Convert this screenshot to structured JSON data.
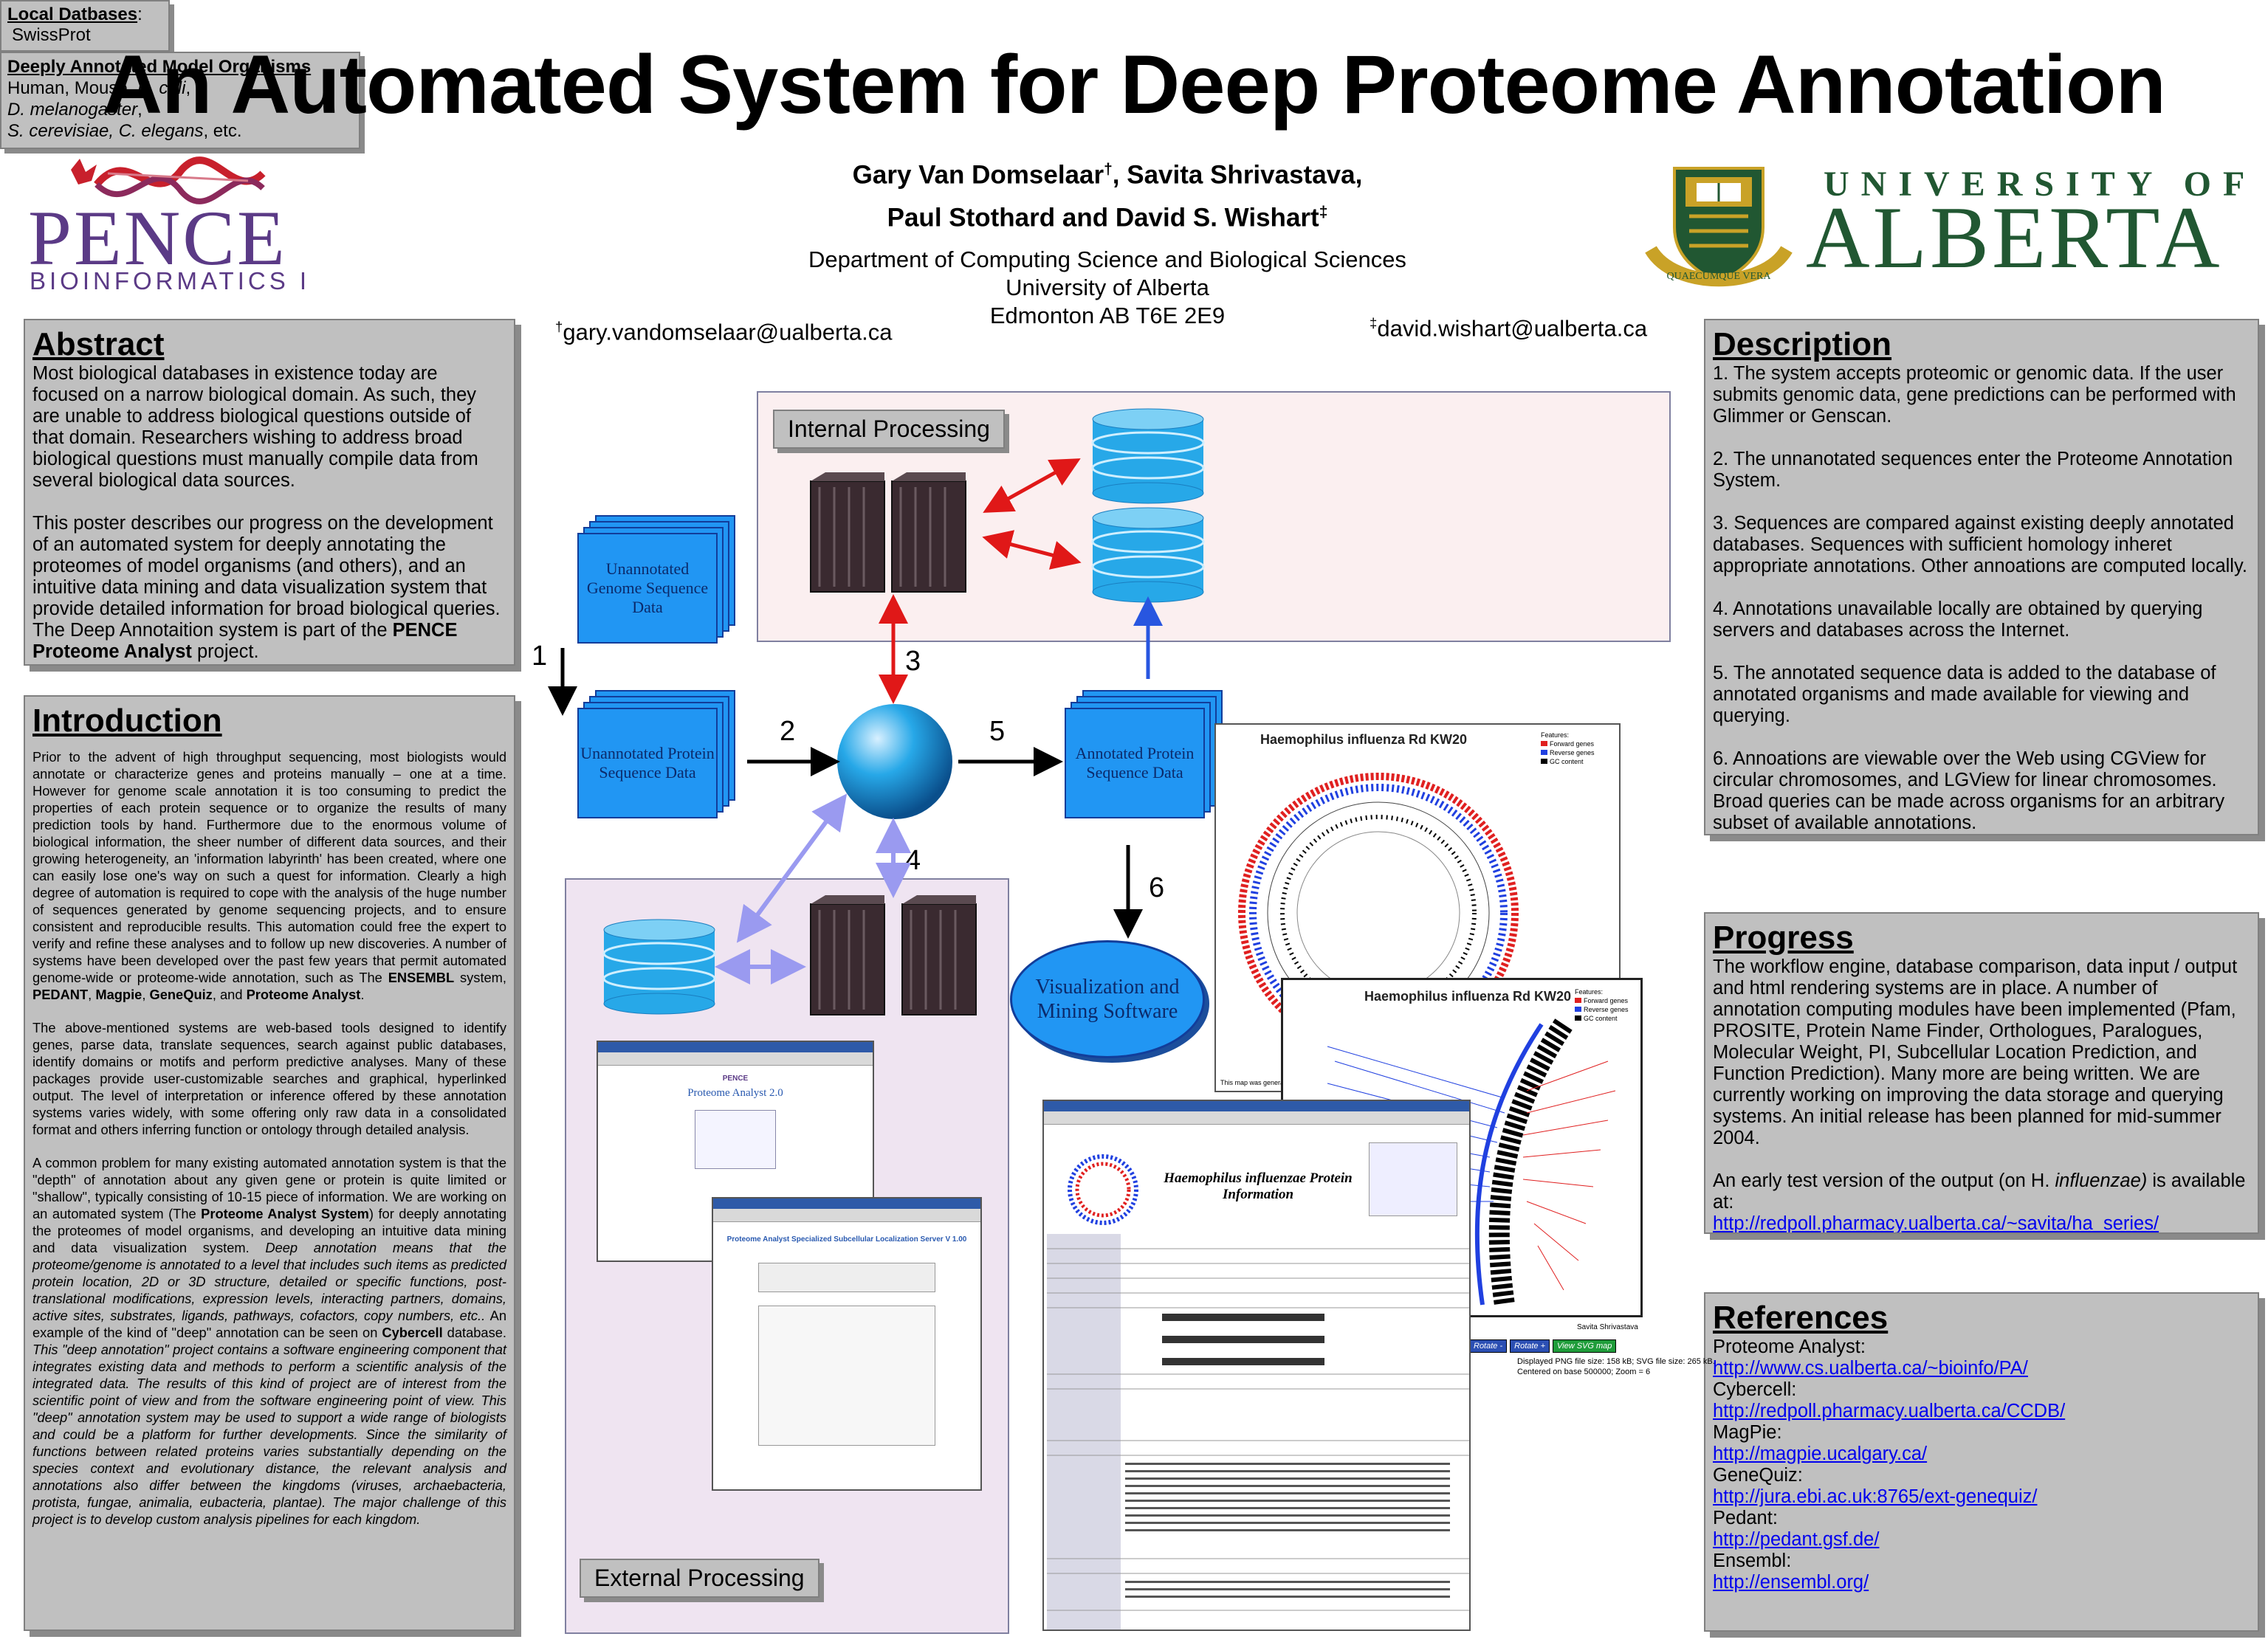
{
  "title": "An Automated System for Deep Proteome Annotation",
  "logos": {
    "pence_word": "PENCE",
    "pence_sub": "BIOINFORMATICS I",
    "ua_university": "UNIVERSITY OF",
    "ua_alberta": "ALBERTA",
    "ua_motto": "QUAECUMQUE VERA"
  },
  "authors": {
    "line1_a": "Gary Van Domselaar",
    "line1_b": ", Savita Shrivastava,",
    "line2": "Paul Stothard and David S. Wishart",
    "dagger": "†",
    "ddagger": "‡"
  },
  "affiliation": {
    "line1": "Department of Computing Science and Biological Sciences",
    "line2": "University of Alberta",
    "line3": "Edmonton AB T6E 2E9"
  },
  "emails": {
    "email1": "gary.vandomselaar@ualberta.ca",
    "email2": "david.wishart@ualberta.ca"
  },
  "abstract": {
    "heading": "Abstract",
    "p1": "Most biological databases in existence today are focused on a narrow biological domain. As such, they are unable to address biological questions outside of that domain. Researchers wishing to address broad biological questions must manually compile data from several biological data sources.",
    "p2_start": "This poster describes our progress on the development of an automated system for deeply annotating the proteomes of model organisms (and others), and an intuitive data mining and data visualization system that provide detailed information for broad biological queries. The Deep Annotaition system is part of the ",
    "p2_bold": "PENCE Proteome Analyst",
    "p2_end": " project."
  },
  "introduction": {
    "heading": "Introduction",
    "p1_start": "Prior to the advent of high throughput sequencing, most biologists would annotate or characterize genes and proteins manually – one at a time. However for genome scale annotation it is too consuming to predict the properties of each protein sequence or to organize the results of many prediction tools by hand.  Furthermore due to the enormous volume of biological information, the sheer number of different data sources, and their growing heterogeneity, an 'information labyrinth' has been created, where one can easily lose one's way on such a quest for information.  Clearly a high degree of automation is required to cope with the analysis of the huge number of sequences generated by genome sequencing projects, and to ensure consistent and reproducible results.  This automation could free the expert to verify and refine these analyses and to follow up new discoveries. A number of systems have been developed over the past few years that permit automated genome-wide or proteome-wide annotation, such as The ",
    "p1_b1": "ENSEMBL",
    "p1_s1": " system, ",
    "p1_b2": "PEDANT",
    "p1_s2": ", ",
    "p1_b3": "Magpie",
    "p1_s3": ", ",
    "p1_b4": "GeneQuiz",
    "p1_s4": ", and ",
    "p1_b5": "Proteome Analyst",
    "p1_end": ".",
    "p2": "The above-mentioned systems are web-based tools designed to identify genes, parse data, translate sequences, search against public databases, identify domains or motifs and perform predictive analyses.  Many of these packages provide user-customizable searches and graphical, hyperlinked output.  The level of interpretation or inference offered by these annotation systems varies widely, with some offering only raw data in a consolidated format and others inferring function or ontology through detailed analysis.",
    "p3_start": "A common problem for many existing automated annotation system is that the \"depth\" of annotation about any given gene or protein is quite limited or \"shallow\", typically consisting of 10-15 piece of information.  We are working on an automated system (The ",
    "p3_b1": "Proteome Analyst System",
    "p3_mid": ") for deeply annotating the proteomes of model organisms, and developing an intuitive data mining and data visualization system.  ",
    "p3_i1": "Deep annotation means that the proteome/genome is annotated to a level that includes such items as predicted protein location, 2D or 3D structure, detailed or specific functions, post-translational modifications, expression levels, interacting partners, domains, active sites, substrates, ligands, pathways, cofactors, copy numbers, etc..",
    "p3_s2": "  An example of the kind of \"deep\" annotation can be seen on ",
    "p3_b2": "Cybercell",
    "p3_s3": " database.  ",
    "p3_i2": "This \"deep annotation\" project contains a software engineering component that integrates existing data and methods to perform a scientific analysis of the integrated data.  The results of this kind of project are of interest from the scientific point of view and from the software engineering point of view.  This \"deep\" annotation system may be used to support a wide range of biologists and could be a platform for further developments.  Since the similarity of functions between related proteins varies substantially depending on the species context and evolutionary distance, the relevant analysis and annotations also differ between the kingdoms (viruses, archaebacteria, protista, fungae, animalia, eubacteria, plantae).  The major challenge of this project is to develop custom analysis pipelines for each kingdom."
  },
  "description": {
    "heading": "Description",
    "body": "1. The system accepts proteomic or genomic data.  If the user submits genomic data, gene predictions can be performed with Glimmer or Genscan.\n\n2. The unnanotated sequences enter the Proteome Annotation System.\n\n3. Sequences are compared against existing deeply annotated databases.  Sequences with sufficient homology inheret appropriate annotations.  Other annoations are computed locally.\n\n4. Annotations unavailable locally are obtained by querying servers and databases across the Internet.\n\n5. The annotated sequence data is added to the database of annotated organisms and made available for viewing and querying.\n\n6. Annoations are viewable over the Web using CGView for circular chromosomes, and LGView for linear chromosomes.  Broad queries can be made across organisms for an arbitrary subset of available annotations."
  },
  "progress": {
    "heading": "Progress",
    "body": "The workflow engine, database comparison, data input / output and html rendering systems are in place.  A number of annotation computing modules have been implemented (Pfam, PROSITE, Protein Name Finder, Orthologues, Paralogues, Molecular Weight, PI, Subcellular Location Prediction, and Function Prediction). Many more are being written.  We are currently working on improving the data storage and querying systems. An initial release has been planned for mid-summer 2004.",
    "p2_start": "An early test version of the output (on H. ",
    "p2_italic": "influenzae)",
    "p2_end": "  is available at:",
    "link": "http://redpoll.pharmacy.ualberta.ca/~savita/ha_series/"
  },
  "references": {
    "heading": "References",
    "items": [
      {
        "name": "Proteome Analyst:",
        "url": "http://www.cs.ualberta.ca/~bioinfo/PA/"
      },
      {
        "name": "Cybercell:",
        "url": "http://redpoll.pharmacy.ualberta.ca/CCDB/"
      },
      {
        "name": "MagPie:",
        "url": "http://magpie.ucalgary.ca/"
      },
      {
        "name": "GeneQuiz:",
        "url": "http://jura.ebi.ac.uk:8765/ext-genequiz/"
      },
      {
        "name": "Pedant:",
        "url": "http://pedant.gsf.de/"
      },
      {
        "name": "Ensembl:",
        "url": "http://ensembl.org/"
      }
    ]
  },
  "diagram": {
    "internal_label": "Internal Processing",
    "external_label": "External Processing",
    "local_db_title": "Local Datbases",
    "local_db_colon": ":",
    "local_db_value": "SwissProt",
    "model_title": "Deeply Annotated Model Organisms",
    "model_line1_a": "Human, Mouse,  ",
    "model_line1_i": "E. coli",
    "model_line1_b": ",",
    "model_line2_i": "D. melanogaster",
    "model_line2_b": ",",
    "model_line3_i": "S. cerevisiae, C. elegans",
    "model_line3_b": ", etc.",
    "genome_stack": "Unannotated Genome Sequence Data",
    "protein_stack": "Unannotated Protein Sequence Data",
    "annotated_stack": "Annotated Protein Sequence Data",
    "visualization": "Visualization and Mining Software",
    "steps": [
      "1",
      "2",
      "3",
      "4",
      "5",
      "6"
    ]
  },
  "screens": {
    "cgview_title": "Haemophilus influenza Rd KW20",
    "legend_header": "Features:",
    "legend_items": [
      "Forward genes",
      "Reverse genes",
      "GC content"
    ],
    "cgview_caption": "This map was generated",
    "author_credit": "Savita Shrivastava",
    "webpage_title": "Haemophilus influenzae Protein Information",
    "proteome_title": "Proteome Analyst 2.0",
    "pence_small": "PENCE",
    "slp_title": "Proteome Analyst Specialized Subcellular Localization Server V 1.00",
    "rotate1": "Rotate -",
    "rotate2": "Rotate +",
    "view_svg": "View SVG map",
    "png_note_1": "Displayed PNG file size: 158 kB; SVG file size: 265 kB.",
    "png_note_2": "Centered on base 500000; Zoom = 6"
  },
  "colors": {
    "panel_gray": "#c0c0c0",
    "stack_blue": "#2196f3",
    "arrow_red": "#e01818",
    "arrow_blue": "#2856e0",
    "arrow_lavender": "#9a9af0",
    "pence_purple": "#5b3a86",
    "ua_green": "#215732"
  }
}
